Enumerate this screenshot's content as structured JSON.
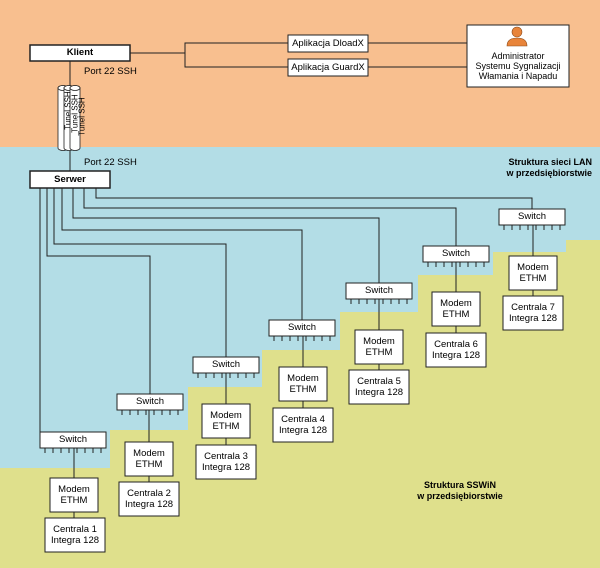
{
  "colors": {
    "wan_zone": "#f8bf8f",
    "lan_zone": "#b3dde6",
    "sswin_zone": "#dfe08c",
    "box_fill": "#ffffff",
    "line": "#222222",
    "person": "#e8843a"
  },
  "top": {
    "client_label": "Klient",
    "port_top": "Port 22 SSH",
    "app_dload": "Aplikacja DloadX",
    "app_guard": "Aplikacja GuardX",
    "admin_line1": "Administrator",
    "admin_line2": "Systemu Sygnalizacji",
    "admin_line3": "Włamania i Napadu",
    "admin_icon": "person-icon"
  },
  "tunnel": {
    "l1": "Tunel SSH",
    "l2": "Tunel SSH",
    "l3": "Tunel SSH"
  },
  "lan": {
    "port_bottom": "Port 22 SSH",
    "server_label": "Serwer",
    "title_line1": "Struktura sieci LAN",
    "title_line2": "w przedsiębiorstwie"
  },
  "sswin": {
    "title_line1": "Struktura SSWiN",
    "title_line2": "w przedsiębiorstwie"
  },
  "stations": [
    {
      "switch": "Switch",
      "modem1": "Modem",
      "modem2": "ETHM",
      "central1": "Centrala 1",
      "central2": "Integra 128"
    },
    {
      "switch": "Switch",
      "modem1": "Modem",
      "modem2": "ETHM",
      "central1": "Centrala 2",
      "central2": "Integra 128"
    },
    {
      "switch": "Switch",
      "modem1": "Modem",
      "modem2": "ETHM",
      "central1": "Centrala 3",
      "central2": "Integra 128"
    },
    {
      "switch": "Switch",
      "modem1": "Modem",
      "modem2": "ETHM",
      "central1": "Centrala 4",
      "central2": "Integra 128"
    },
    {
      "switch": "Switch",
      "modem1": "Modem",
      "modem2": "ETHM",
      "central1": "Centrala 5",
      "central2": "Integra 128"
    },
    {
      "switch": "Switch",
      "modem1": "Modem",
      "modem2": "ETHM",
      "central1": "Centrala 6",
      "central2": "Integra 128"
    },
    {
      "switch": "Switch",
      "modem1": "Modem",
      "modem2": "ETHM",
      "central1": "Centrala 7",
      "central2": "Integra 128"
    }
  ]
}
